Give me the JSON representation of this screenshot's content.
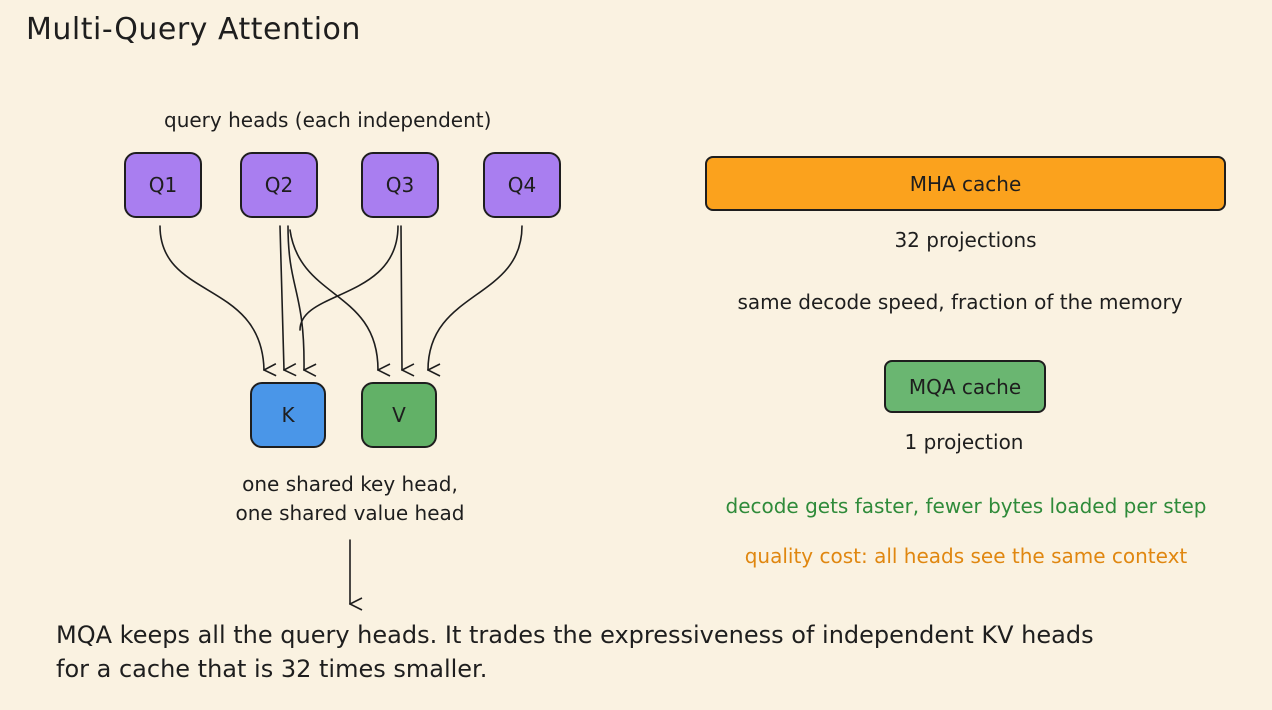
{
  "title": "Multi-Query Attention",
  "query_label": "query heads (each independent)",
  "query_heads": [
    "Q1",
    "Q2",
    "Q3",
    "Q4"
  ],
  "key_head": "K",
  "value_head": "V",
  "shared_caption_line1": "one shared key head,",
  "shared_caption_line2": "one shared value head",
  "mha_cache": {
    "label": "MHA cache",
    "caption": "32 projections",
    "color": "#fba21d"
  },
  "comparison_text": "same decode speed, fraction of the memory",
  "mqa_cache": {
    "label": "MQA cache",
    "caption": "1 projection",
    "color": "#6ab671"
  },
  "benefit_text": "decode gets faster, fewer bytes loaded per step",
  "cost_text": "quality cost: all heads see the same context",
  "conclusion_line1": "MQA keeps all the query heads. It trades the expressiveness of independent KV heads",
  "conclusion_line2": "for a cache that is 32 times smaller.",
  "colors": {
    "background": "#faf2e1",
    "query": "#a97ef0",
    "key": "#4a96e8",
    "value": "#62b167",
    "benefit": "#2f8b3a",
    "cost": "#e08710"
  }
}
